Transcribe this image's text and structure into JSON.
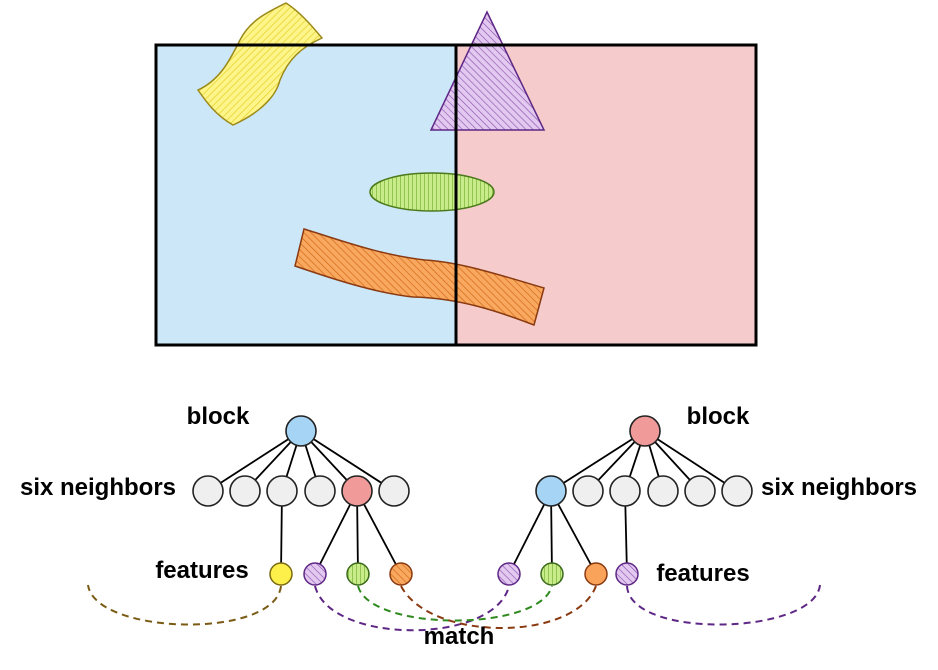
{
  "labels": {
    "block_left": "block",
    "block_right": "block",
    "neighbors_left": "six neighbors",
    "neighbors_right": "six neighbors",
    "features_left": "features",
    "features_right": "features",
    "match": "match"
  },
  "colors": {
    "left_block": "#cce7f8",
    "right_block": "#f5cbcb",
    "yellow_shape": "#fdf27a",
    "purple_shape": "#d9b9ea",
    "green_shape": "#bfe57a",
    "orange_shape": "#f8a25a",
    "neighbor_node": "#efefef",
    "blue_node": "#a6d4f4",
    "red_node": "#f19a9a",
    "yellow_node": "#fef04a",
    "link_brown": "#7a5a14",
    "link_purple": "#5e2785",
    "link_green": "#2f8a1e",
    "link_orange": "#8a3a10"
  }
}
